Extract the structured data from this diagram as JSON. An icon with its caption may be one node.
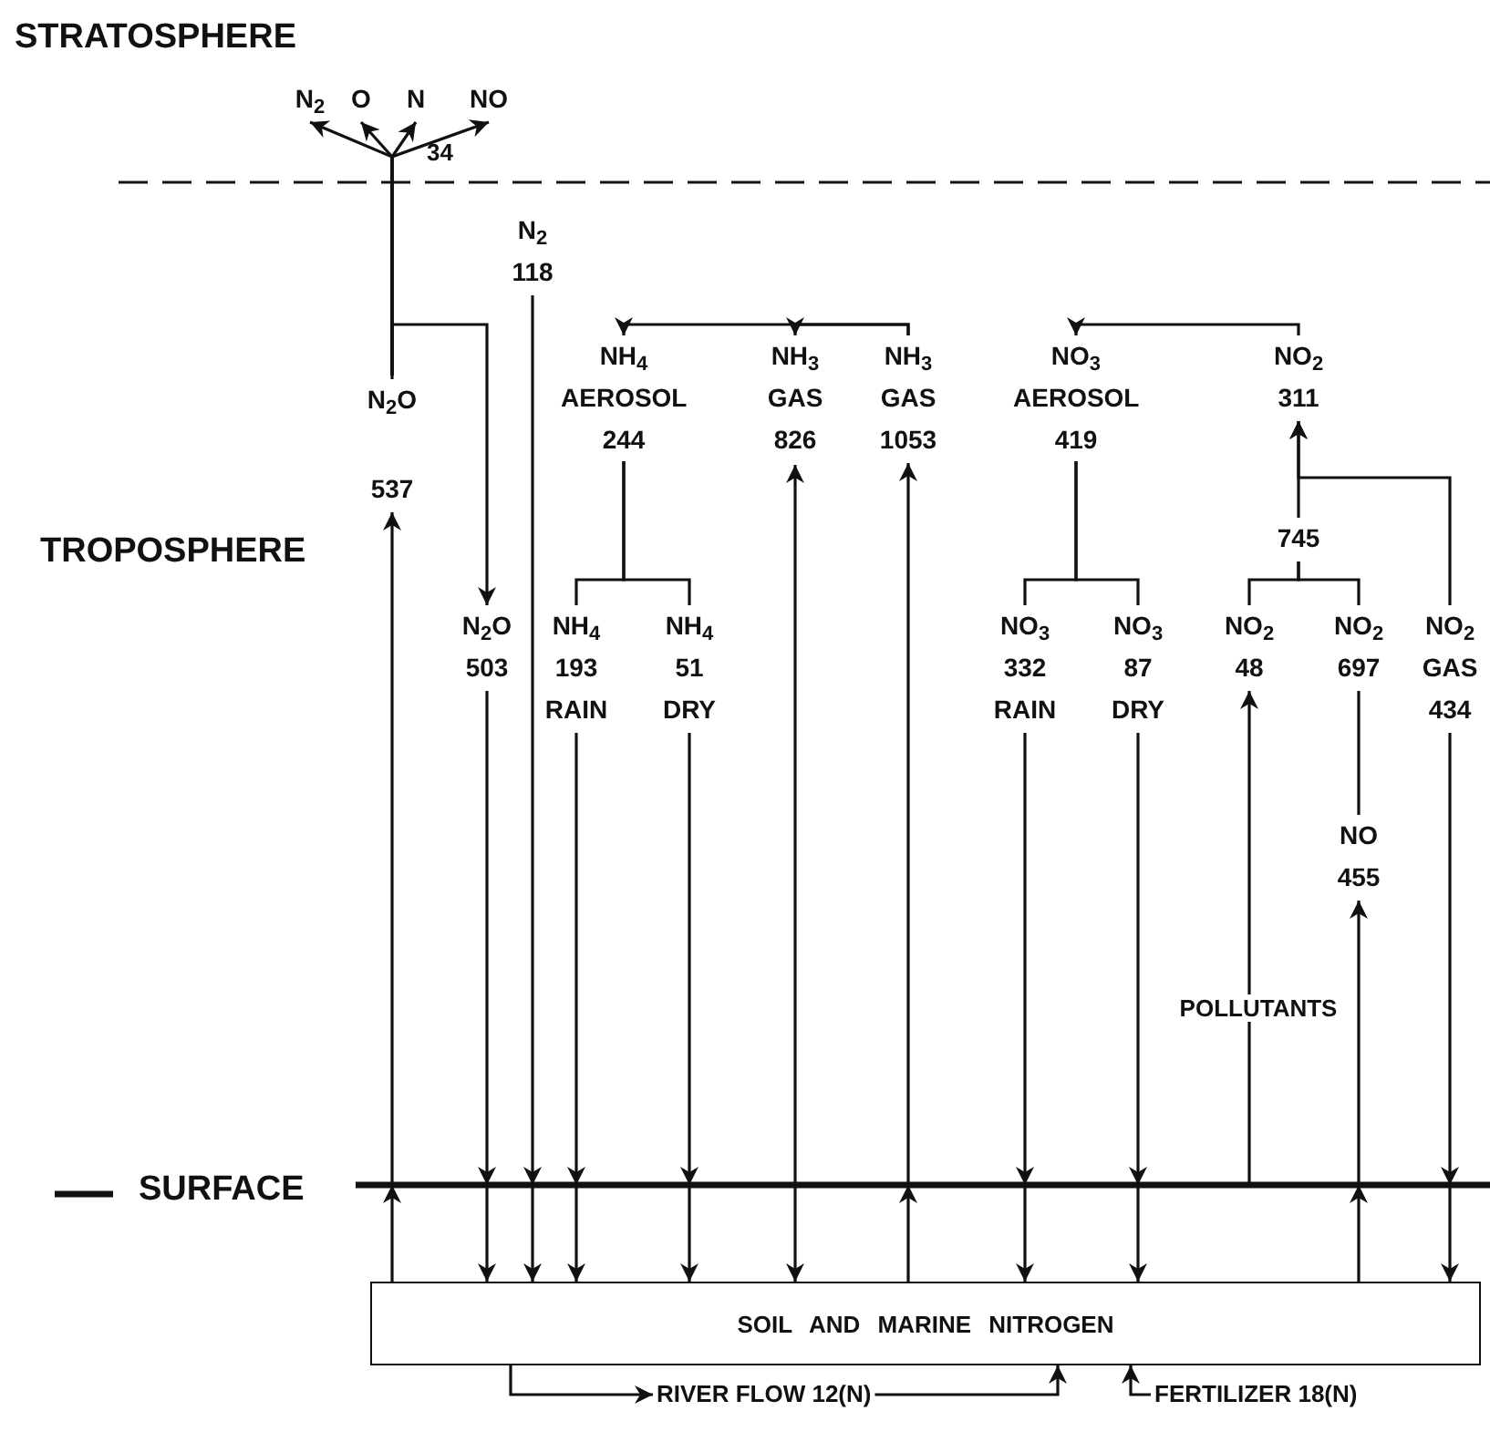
{
  "diagram": {
    "nodes": [
      {
        "text": [
          "N$_{2}$"
        ]
      },
      {
        "text": [
          "O"
        ]
      },
      {
        "text": [
          "N"
        ]
      },
      {
        "text": [
          "NO"
        ]
      },
      {
        "text": [
          "N$_{2}$ 118"
        ]
      },
      {
        "text": [
          "N$_{2}$O",
          "537"
        ]
      },
      {
        "text": [
          "NH$_{4}$ AEROSOL 244"
        ]
      },
      {
        "text": [
          "NH$_{3}$ GAS 826"
        ]
      },
      {
        "text": [
          "NH$_{3}$ GAS 1053"
        ]
      },
      {
        "text": [
          "NO$_{3}$ AEROSOL 419"
        ]
      },
      {
        "text": [
          "NO$_{2}$ 311"
        ]
      },
      {
        "text": [
          "745"
        ]
      },
      {
        "text": [
          "N$_{2}$O 503"
        ]
      },
      {
        "text": [
          "NH$_{4}$ 193 RAIN"
        ]
      },
      {
        "text": [
          "NH$_{4}$ 51 DRY"
        ]
      },
      {
        "text": [
          "NO$_{3}$ 332 RAIN"
        ]
      },
      {
        "text": [
          "NO$_{3}$ 87 DRY"
        ]
      },
      {
        "text": [
          "NO$_{2}$ 48"
        ]
      },
      {
        "text": [
          "NO$_{2}$ 697"
        ]
      },
      {
        "text": [
          "NO$_{2}$ GAS 434"
        ]
      },
      {
        "text": [
          "NO 455"
        ]
      },
      {
        "text": [
          "SOIL AND MARINE NITROGEN"
        ]
      },
      {
        "text": [
          "RIVER FLOW 12(N)"
        ]
      },
      {
        "text": [
          "FERTILIZER 18(N)"
        ]
      }
    ],
    "edges": [
      {
        "from": 5,
        "to": 0,
        "arrow": "to"
      },
      {
        "from": 5,
        "to": 1,
        "arrow": "to"
      },
      {
        "from": 5,
        "to": 2,
        "arrow": "to"
      },
      {
        "from": 5,
        "to": 3,
        "arrow": "to"
      },
      {
        "from": 5,
        "to": 12,
        "arrow": "to"
      },
      {
        "from": 21,
        "to": 5,
        "arrow": "to"
      },
      {
        "from": 4,
        "to": 21,
        "arrow": "to"
      },
      {
        "from": 8,
        "to": 6,
        "arrow": "to"
      },
      {
        "from": 8,
        "to": 7,
        "arrow": "to"
      },
      {
        "from": 21,
        "to": 8,
        "arrow": "to"
      },
      {
        "from": 7,
        "to": 21,
        "arrow": "both"
      },
      {
        "from": 6,
        "to": 13,
        "arrow": "none"
      },
      {
        "from": 6,
        "to": 14,
        "arrow": "none"
      },
      {
        "from": 13,
        "to": 21,
        "arrow": "to"
      },
      {
        "from": 14,
        "to": 21,
        "arrow": "to"
      },
      {
        "from": 12,
        "to": 21,
        "arrow": "to"
      },
      {
        "from": 10,
        "to": 9,
        "arrow": "to"
      },
      {
        "from": 9,
        "to": 15,
        "arrow": "none"
      },
      {
        "from": 9,
        "to": 16,
        "arrow": "none"
      },
      {
        "from": 15,
        "to": 21,
        "arrow": "to"
      },
      {
        "from": 16,
        "to": 21,
        "arrow": "to"
      },
      {
        "from": 11,
        "to": 10,
        "arrow": "to"
      },
      {
        "from": 17,
        "to": 11,
        "arrow": "none"
      },
      {
        "from": 18,
        "to": 11,
        "arrow": "none"
      },
      {
        "from": 19,
        "to": 10,
        "arrow": "to"
      },
      {
        "from": 19,
        "to": 21,
        "arrow": "to"
      },
      {
        "from": null,
        "to": 17,
        "arrow": "to",
        "label": "POLLUTANTS"
      },
      {
        "from": 21,
        "to": 20,
        "arrow": "to"
      },
      {
        "from": 20,
        "to": 18,
        "arrow": "none"
      },
      {
        "from": 21,
        "to": 22,
        "arrow": "to"
      },
      {
        "from": 22,
        "to": 21,
        "arrow": "to"
      },
      {
        "from": 23,
        "to": 21,
        "arrow": "to"
      }
    ],
    "labels": [
      "STRATOSPHERE",
      "34",
      "TROPOSPHERE",
      "SURFACE"
    ]
  }
}
